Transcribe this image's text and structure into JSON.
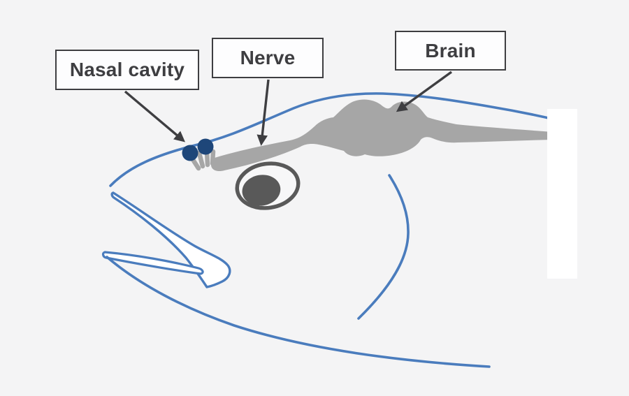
{
  "labels": {
    "nasal_cavity": "Nasal cavity",
    "nerve": "Nerve",
    "brain": "Brain"
  },
  "colors": {
    "background": "#f4f4f5",
    "fish_outline_blue": "#4a7cbd",
    "brain_nerve_gray": "#a6a6a6",
    "eye_gray": "#595959",
    "nasal_dot_navy": "#1e4679",
    "annotation_ink": "#3e3e41",
    "jaw_fill_white": "#ffffff",
    "patch_white": "#ffffff"
  }
}
